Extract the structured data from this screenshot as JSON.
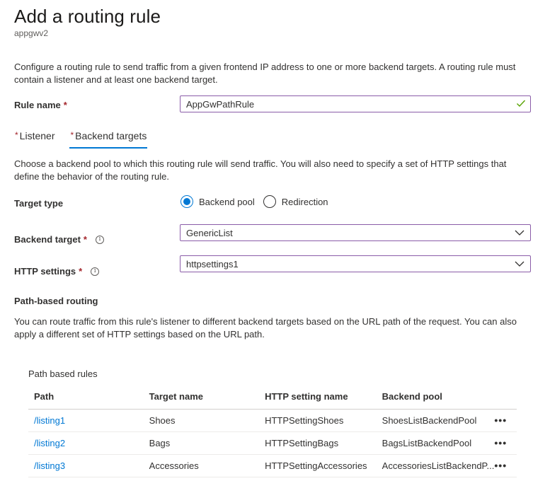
{
  "header": {
    "title": "Add a routing rule",
    "subtitle": "appgwv2"
  },
  "intro": "Configure a routing rule to send traffic from a given frontend IP address to one or more backend targets. A routing rule must contain a listener and at least one backend target.",
  "rule_name": {
    "label": "Rule name",
    "required_mark": "*",
    "value": "AppGwPathRule",
    "valid_icon": "checkmark-icon"
  },
  "tabs": [
    {
      "label": "Listener",
      "required_mark": "*",
      "active": false
    },
    {
      "label": "Backend targets",
      "required_mark": "*",
      "active": true
    }
  ],
  "backend_intro": "Choose a backend pool to which this routing rule will send traffic. You will also need to specify a set of HTTP settings that define the behavior of the routing rule.",
  "target_type": {
    "label": "Target type",
    "options": [
      {
        "label": "Backend pool",
        "checked": true
      },
      {
        "label": "Redirection",
        "checked": false
      }
    ]
  },
  "backend_target": {
    "label": "Backend target",
    "required_mark": "*",
    "info_icon": "info-icon",
    "value": "GenericList"
  },
  "http_settings": {
    "label": "HTTP settings",
    "required_mark": "*",
    "info_icon": "info-icon",
    "value": "httpsettings1"
  },
  "path_routing": {
    "title": "Path-based routing",
    "description": "You can route traffic from this rule's listener to different backend targets based on the URL path of the request. You can also apply a different set of HTTP settings based on the URL path.",
    "rules_label": "Path based rules",
    "columns": [
      "Path",
      "Target name",
      "HTTP setting name",
      "Backend pool"
    ],
    "rows": [
      {
        "path": "/listing1",
        "target": "Shoes",
        "http": "HTTPSettingShoes",
        "pool": "ShoesListBackendPool",
        "more": "•••"
      },
      {
        "path": "/listing2",
        "target": "Bags",
        "http": "HTTPSettingBags",
        "pool": "BagsListBackendPool",
        "more": "•••"
      },
      {
        "path": "/listing3",
        "target": "Accessories",
        "http": "HTTPSettingAccessories",
        "pool": "AccessoriesListBackendP...",
        "more": "•••"
      }
    ]
  },
  "colors": {
    "accent": "#0078d4",
    "required": "#a4262c",
    "field_border": "#8a5ca8",
    "valid": "#57a300"
  }
}
